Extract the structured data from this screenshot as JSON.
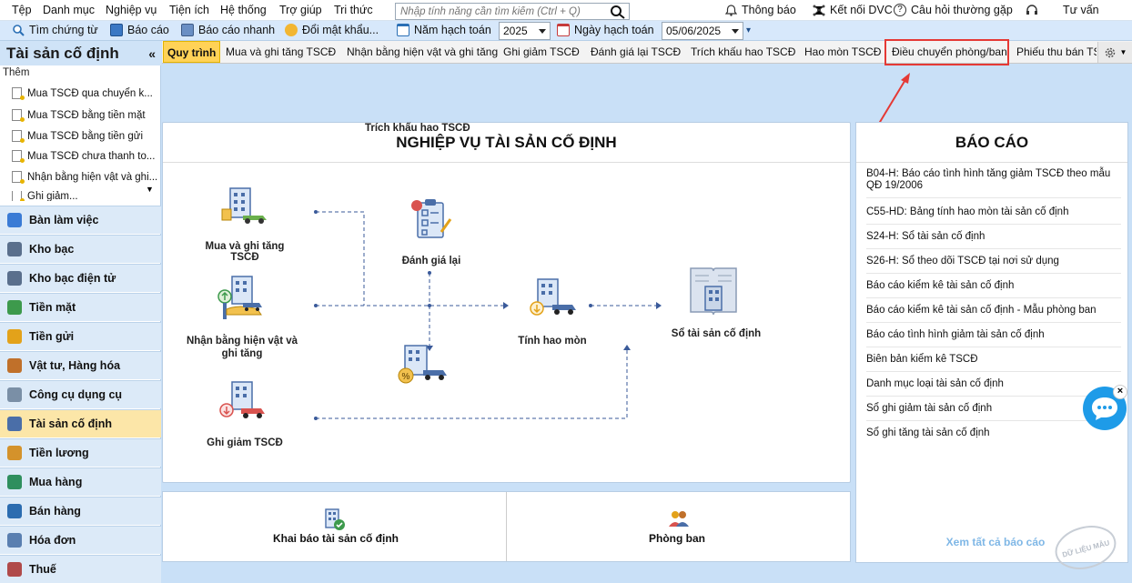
{
  "menu": [
    "Tệp",
    "Danh mục",
    "Nghiệp vụ",
    "Tiện ích",
    "Hệ thống",
    "Trợ giúp",
    "Tri thức"
  ],
  "search": {
    "placeholder": "Nhập tính năng cần tìm kiếm (Ctrl + Q)"
  },
  "top_right": {
    "notify": "Thông báo",
    "dvc": "Kết nối DVC",
    "faq": "Câu hỏi thường gặp",
    "consult": "Tư vấn"
  },
  "toolbar": {
    "find_voucher": "Tìm chứng từ",
    "report": "Báo cáo",
    "quick_report": "Báo cáo nhanh",
    "change_password": "Đổi mật khẩu...",
    "fiscal_year_label": "Năm hạch toán",
    "fiscal_year_value": "2025",
    "posting_date_label": "Ngày hạch toán",
    "posting_date_value": "05/06/2025"
  },
  "sidebar": {
    "title": "Tài sản cố định",
    "collapse": "«",
    "add_label": "Thêm",
    "links": [
      "Mua TSCĐ qua chuyển k...",
      "Mua TSCĐ bằng tiền mặt",
      "Mua TSCĐ bằng tiền gửi",
      "Mua TSCĐ chưa thanh to...",
      "Nhận bằng hiện vật và ghi...",
      "Ghi giảm..."
    ],
    "modules": [
      "Bàn làm việc",
      "Kho bạc",
      "Kho bạc điện tử",
      "Tiền mặt",
      "Tiền gửi",
      "Vật tư, Hàng hóa",
      "Công cụ dụng cụ",
      "Tài sản cố định",
      "Tiền lương",
      "Mua hàng",
      "Bán hàng",
      "Hóa đơn",
      "Thuế"
    ],
    "active_module": "Tài sản cố định"
  },
  "tabs": [
    "Quy trình",
    "Mua và ghi tăng TSCĐ",
    "Nhận bằng hiện vật và ghi tăng",
    "Ghi giảm TSCĐ",
    "Đánh giá lại TSCĐ",
    "Trích khấu hao TSCĐ",
    "Hao mòn TSCĐ",
    "Điều chuyển phòng/ban",
    "Phiếu thu bán TSCĐ"
  ],
  "active_tab": "Quy trình",
  "highlighted_tab": "Điều chuyển phòng/ban",
  "flow": {
    "title": "NGHIỆP VỤ TÀI SẢN CỐ ĐỊNH",
    "nodes": {
      "buy": "Mua và ghi tăng TSCĐ",
      "receive": "Nhận bằng hiện vật và ghi tăng",
      "reduce": "Ghi giảm TSCĐ",
      "revalue": "Đánh giá lại",
      "depreciation": "Trích khấu hao TSCĐ",
      "wear": "Tính hao mòn",
      "ledger": "Sổ tài sản cố định"
    }
  },
  "bottom": {
    "declare": "Khai báo tài sản cố định",
    "dept": "Phòng ban"
  },
  "reports": {
    "title": "BÁO CÁO",
    "items": [
      "B04-H: Báo cáo tình hình tăng giảm TSCĐ theo mẫu QĐ 19/2006",
      "C55-HD: Bảng tính hao mòn tài sản cố định",
      "S24-H: Sổ tài sản cố định",
      "S26-H: Sổ theo dõi TSCĐ tại nơi sử dụng",
      "Báo cáo kiểm kê tài sản cố định",
      "Báo cáo kiểm kê tài sản cố định - Mẫu phòng ban",
      "Báo cáo tình hình giảm tài sản cố định",
      "Biên bản kiểm kê TSCĐ",
      "Danh mục loại tài sản cố định",
      "Sổ ghi giảm tài sản cố định",
      "Sổ ghi tăng tài sản cố định"
    ],
    "see_all": "Xem tất cả báo cáo"
  },
  "watermark": "DỮ LIỆU MẪU",
  "colors": {
    "accent": "#ffd257",
    "highlight": "#e53935",
    "panel_bg": "#c9e0f7",
    "link": "#7fb7e6"
  }
}
